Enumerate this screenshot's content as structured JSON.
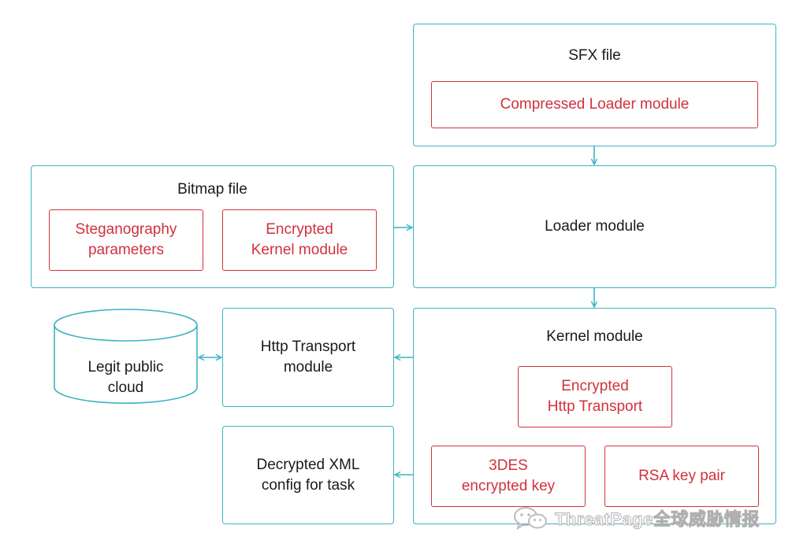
{
  "diagram": {
    "sfx": {
      "title": "SFX file",
      "compressed_loader": "Compressed Loader module"
    },
    "bitmap": {
      "title": "Bitmap file",
      "steganography": "Steganography\nparameters",
      "encrypted_kernel": "Encrypted\nKernel module"
    },
    "loader": {
      "title": "Loader module"
    },
    "kernel": {
      "title": "Kernel module",
      "encrypted_http": "Encrypted\nHttp Transport",
      "des_key": "3DES\nencrypted key",
      "rsa": "RSA key pair"
    },
    "http_transport": {
      "title": "Http Transport\nmodule"
    },
    "cloud": {
      "title": "Legit public\ncloud"
    },
    "xml_config": {
      "title": "Decrypted XML\nconfig for task"
    }
  },
  "watermark": {
    "text": "ThreatPage全球威胁情报",
    "icon": "wechat-icon"
  },
  "colors": {
    "teal": "#3bb3c3",
    "red": "#d1313d",
    "text": "#1a1a1a"
  }
}
